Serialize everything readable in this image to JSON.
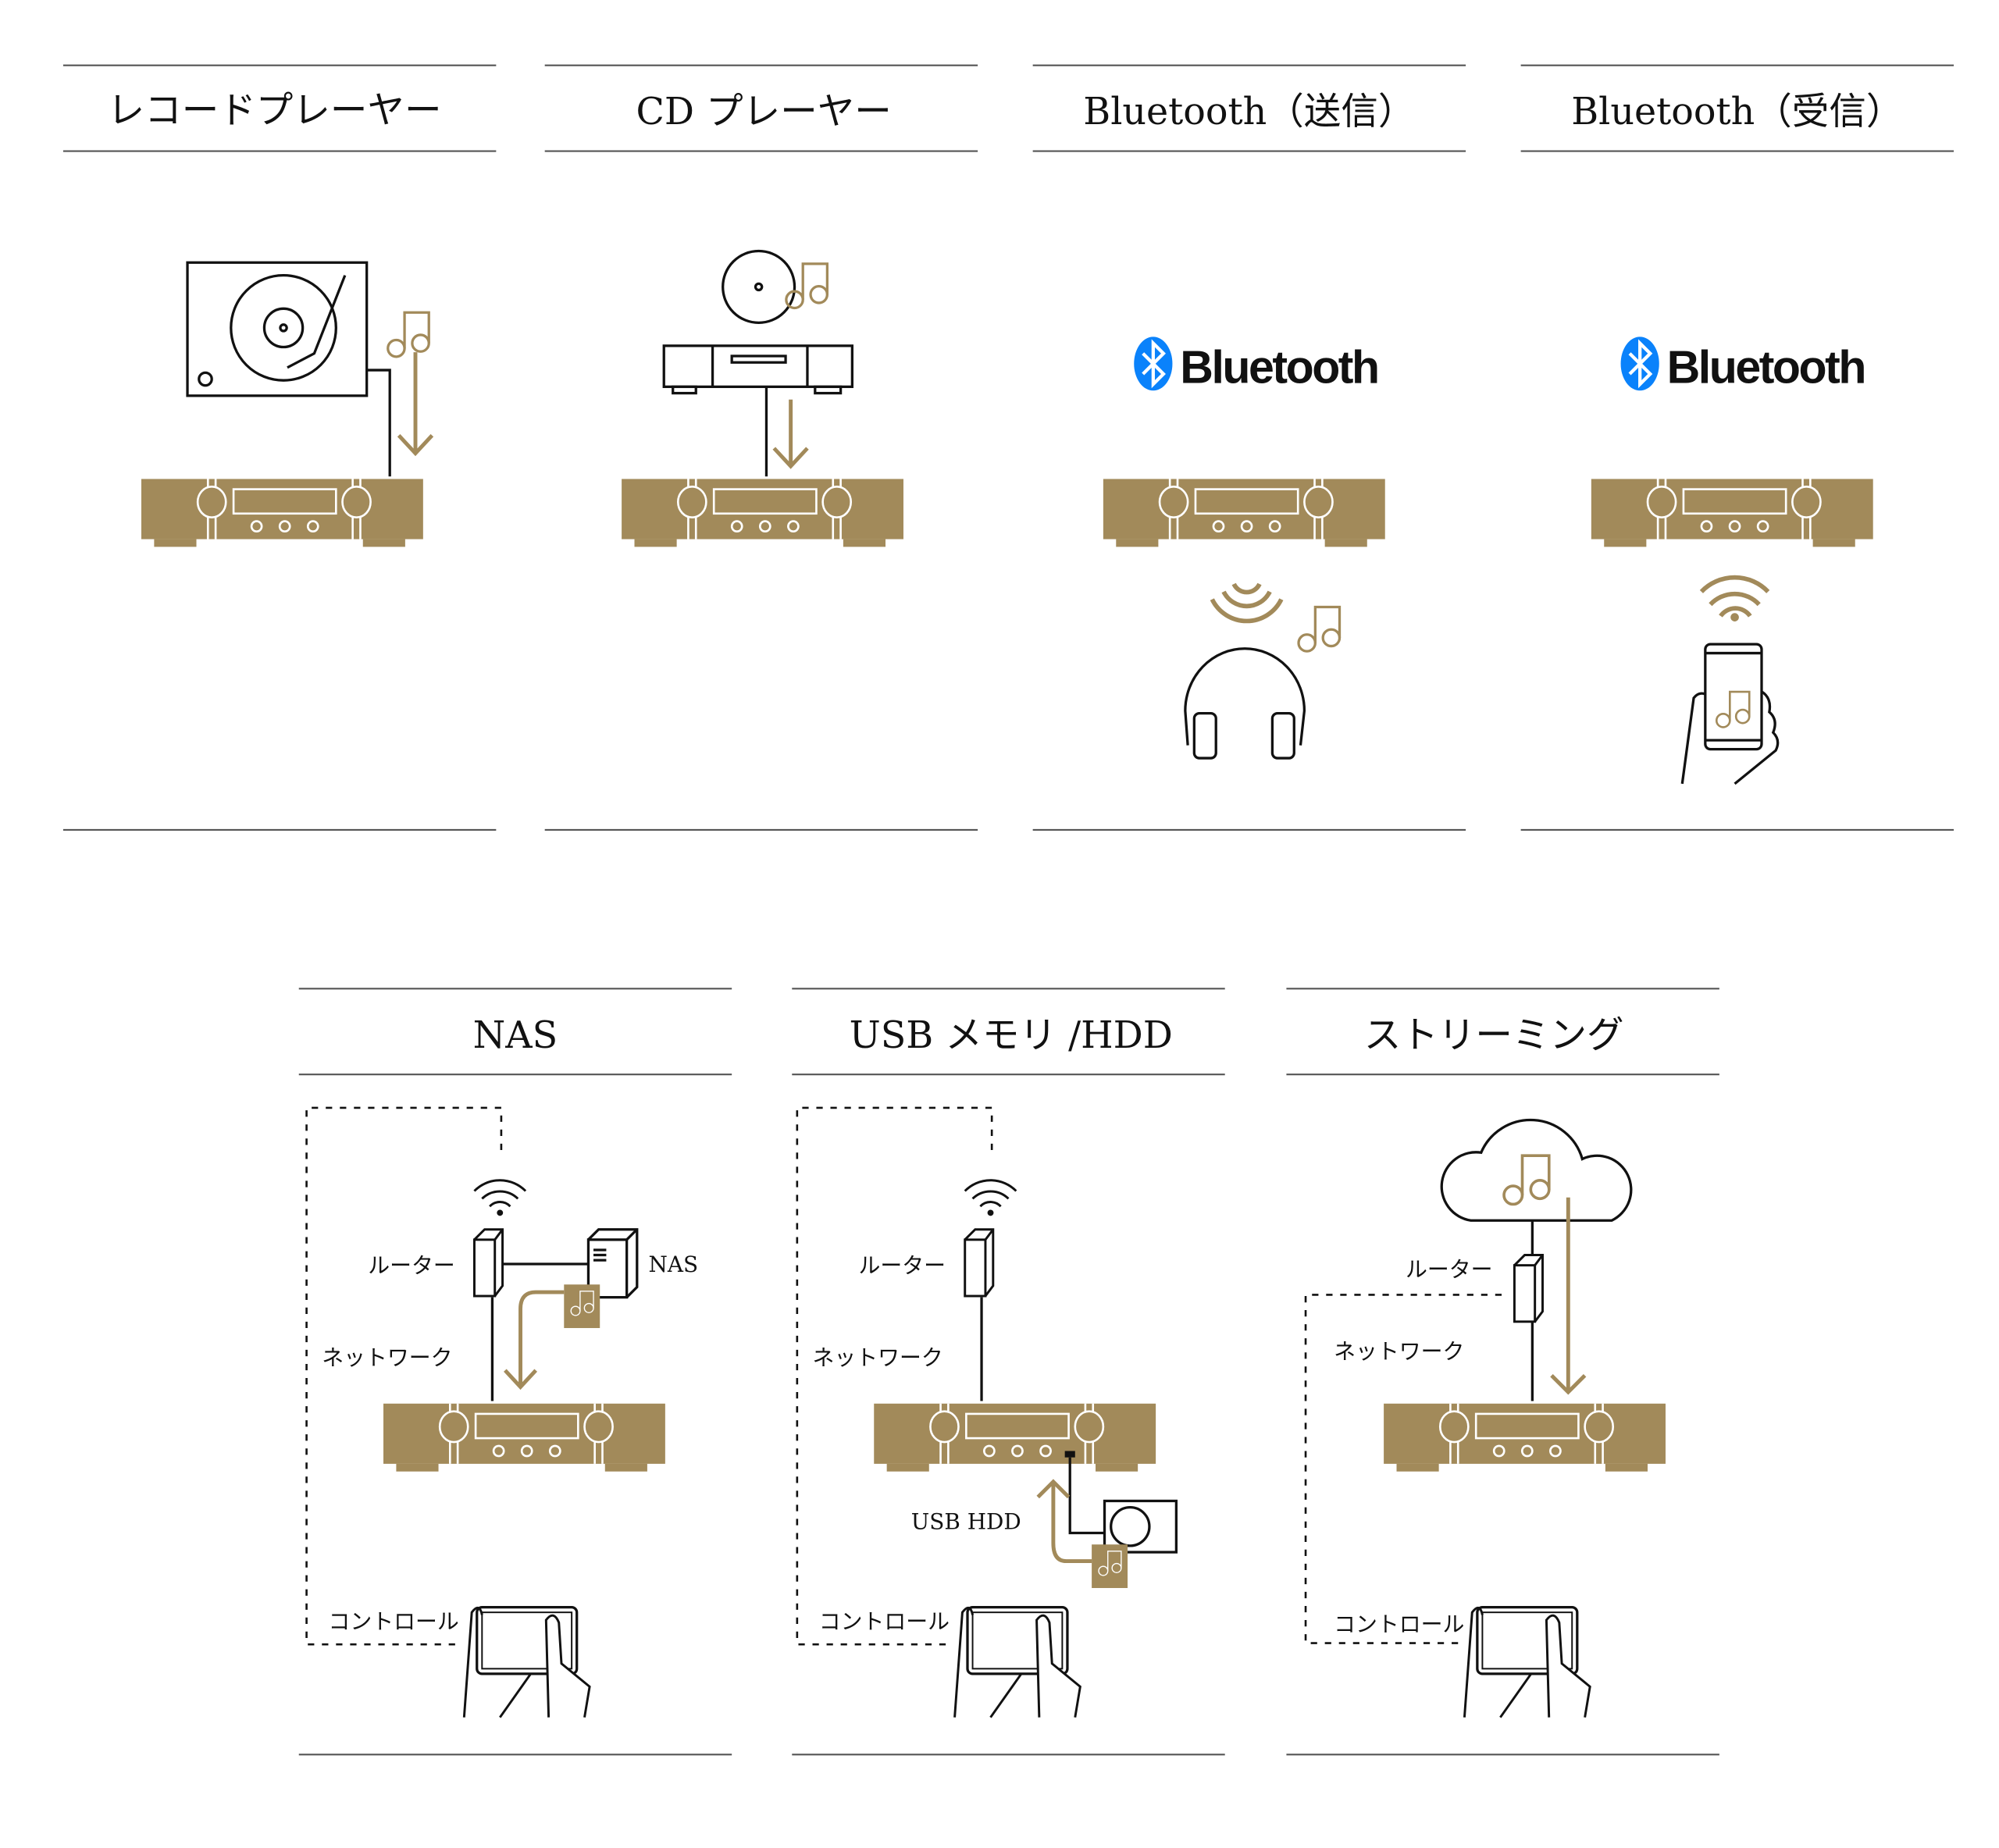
{
  "colors": {
    "gold": "#a28a5a",
    "bluetooth_blue": "#0a82fb",
    "text": "#111111"
  },
  "top_row": [
    {
      "title": "レコードプレーヤー"
    },
    {
      "title": "CD プレーヤー"
    },
    {
      "title": "Bluetooth（送信）",
      "logo": "Bluetooth"
    },
    {
      "title": "Bluetooth（受信）",
      "logo": "Bluetooth"
    }
  ],
  "bottom_row": [
    {
      "title": "NAS",
      "labels": {
        "router": "ルーター",
        "nas": "NAS",
        "network": "ネットワーク",
        "control": "コントロール"
      }
    },
    {
      "title": "USB メモリ /HDD",
      "labels": {
        "router": "ルーター",
        "network": "ネットワーク",
        "usb": "USB HDD",
        "control": "コントロール"
      }
    },
    {
      "title": "ストリーミング",
      "labels": {
        "router": "ルーター",
        "network": "ネットワーク",
        "control": "コントロール"
      }
    }
  ]
}
